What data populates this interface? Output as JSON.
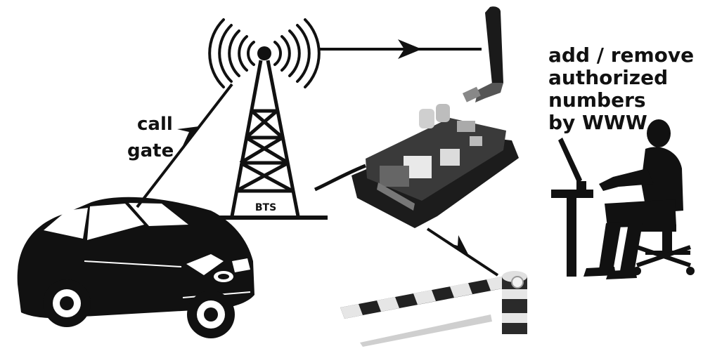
{
  "labels": {
    "call_gate": [
      "call",
      "gate"
    ],
    "bts": "BTS",
    "www_action": [
      "add / remove",
      "authorized",
      "numbers",
      "by WWW"
    ]
  },
  "icons": {
    "car": "car-icon",
    "tower": "bts-tower-icon",
    "gsm_module": "gsm-module-icon",
    "barrier": "barrier-gate-icon",
    "user": "user-at-computer-icon"
  },
  "colors": {
    "ink": "#111111",
    "device_body": "#1c1c1c",
    "pcb": "#3a3a3a"
  }
}
